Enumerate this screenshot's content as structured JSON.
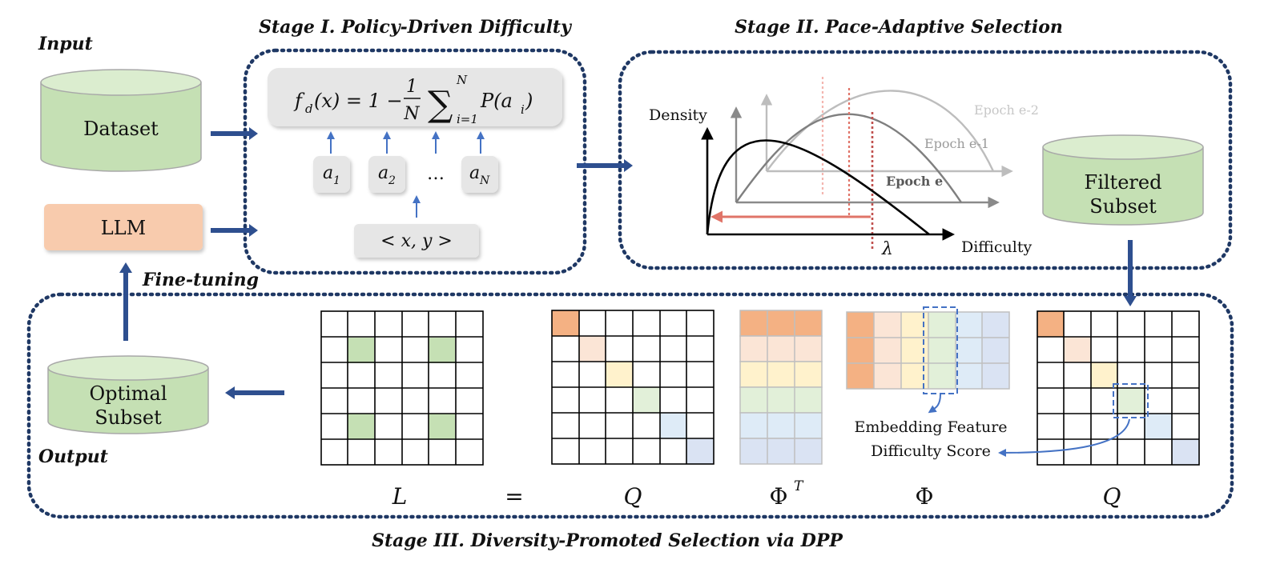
{
  "titles": {
    "stage1": "Stage I. Policy-Driven Difficulty",
    "stage2": "Stage II. Pace-Adaptive Selection",
    "stage3": "Stage III. Diversity-Promoted Selection via DPP",
    "input": "Input",
    "output": "Output",
    "finetune": "Fine-tuning"
  },
  "nodes": {
    "dataset": "Dataset",
    "llm": "LLM",
    "filtered_1": "Filtered",
    "filtered_2": "Subset",
    "optimal_1": "Optimal",
    "optimal_2": "Subset"
  },
  "formula": {
    "fd": "f",
    "fd_sub": "d",
    "body": "(x) = 1 −",
    "frac_num": "1",
    "frac_den": "N",
    "sigma": "∑",
    "sum_top": "N",
    "sum_bot": "i=1",
    "term": "P(a",
    "term_sub": "i",
    "term_close": ")"
  },
  "actions": {
    "a1": "a",
    "a1_sub": "1",
    "a2": "a",
    "a2_sub": "2",
    "dots": "…",
    "aN": "a",
    "aN_sub": "N",
    "pair": "< x, y >"
  },
  "chart": {
    "ylabel": "Density",
    "xlabel": "Difficulty",
    "lambda": "λ",
    "epoch_e": "Epoch e",
    "epoch_e1": "Epoch e-1",
    "epoch_e2": "Epoch e-2"
  },
  "dpp": {
    "L": "L",
    "eq": "=",
    "Q1": "Q",
    "PhiT": "Φ",
    "PhiT_sup": "T",
    "Phi": "Φ",
    "Q2": "Q",
    "emb": "Embedding Feature",
    "diff": "Difficulty Score"
  },
  "colors": {
    "frame": "#1f3864",
    "arrow": "#2e4f8f",
    "cyl_fill": "#c5e0b4",
    "cyl_top": "#dbedcf",
    "llm_fill": "#f8cbad",
    "box_fill": "#e6e6e6",
    "orange": "#f4b183",
    "peach": "#fbe5d6",
    "yellow": "#fff2cc",
    "green": "#e2f0d9",
    "lightblue": "#deebf7",
    "blue": "#dae3f3",
    "dashblue": "#4472c4",
    "red": "#e07468"
  }
}
